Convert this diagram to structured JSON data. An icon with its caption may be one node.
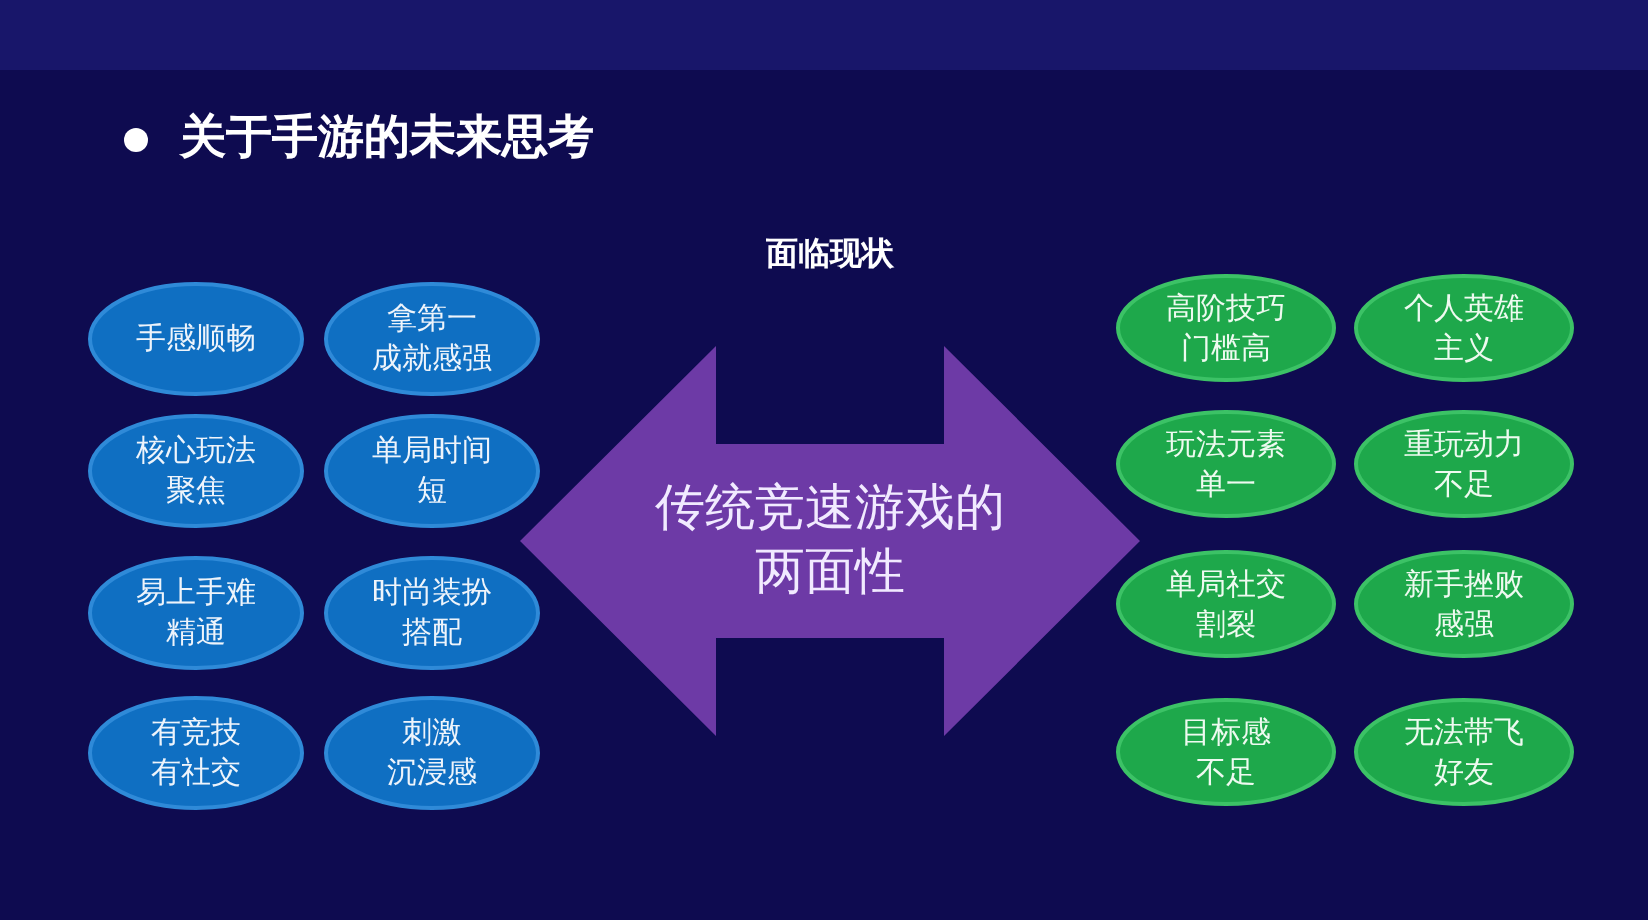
{
  "diagram": {
    "title": "关于手游的未来思考",
    "nodes": [
      {
        "text": [
          "手感顺畅"
        ]
      },
      {
        "text": [
          "拿第一成就感强"
        ]
      },
      {
        "text": [
          "核心玩法聚焦"
        ]
      },
      {
        "text": [
          "单局时间短"
        ]
      },
      {
        "text": [
          "易上手难精通"
        ]
      },
      {
        "text": [
          "时尚装扮搭配"
        ]
      },
      {
        "text": [
          "有竞技有社交"
        ]
      },
      {
        "text": [
          "刺激沉浸感"
        ]
      },
      {
        "text": [
          "传统竞速游戏的两面性"
        ]
      },
      {
        "text": [
          "高阶技巧门槛高"
        ]
      },
      {
        "text": [
          "个人英雄主义"
        ]
      },
      {
        "text": [
          "玩法元素单一"
        ]
      },
      {
        "text": [
          "重玩动力不足"
        ]
      },
      {
        "text": [
          "单局社交割裂"
        ]
      },
      {
        "text": [
          "新手挫败感强"
        ]
      },
      {
        "text": [
          "目标感不足"
        ]
      },
      {
        "text": [
          "无法带飞好友"
        ]
      }
    ],
    "labels": [
      "面临现状"
    ]
  }
}
